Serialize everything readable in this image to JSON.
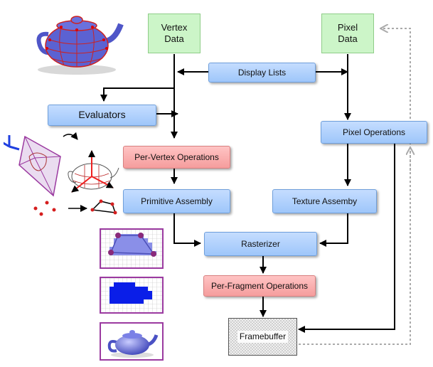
{
  "nodes": {
    "vertex_data": "Vertex\nData",
    "pixel_data": "Pixel\nData",
    "display_lists": "Display Lists",
    "evaluators": "Evaluators",
    "pixel_operations": "Pixel Operations",
    "per_vertex_operations": "Per-Vertex Operations",
    "primitive_assembly": "Primitive Assembly",
    "texture_assembly": "Texture Assemby",
    "rasterizer": "Rasterizer",
    "per_fragment_operations": "Per-Fragment Operations",
    "framebuffer": "Framebuffer"
  },
  "colors": {
    "data_green": "#ccf5c8",
    "process_blue": "#a9cdfb",
    "operation_pink": "#f8a9a9",
    "feedback_arrow_gray": "#aaaaaa",
    "thumbnail_border_purple": "#9b3aa0"
  },
  "illustrations": [
    "teapot-wireframe-icon",
    "vertex-transform-icon",
    "primitive-assembly-icon",
    "rasterized-primitive-icon",
    "pixel-grid-icon",
    "shaded-teapot-icon"
  ]
}
